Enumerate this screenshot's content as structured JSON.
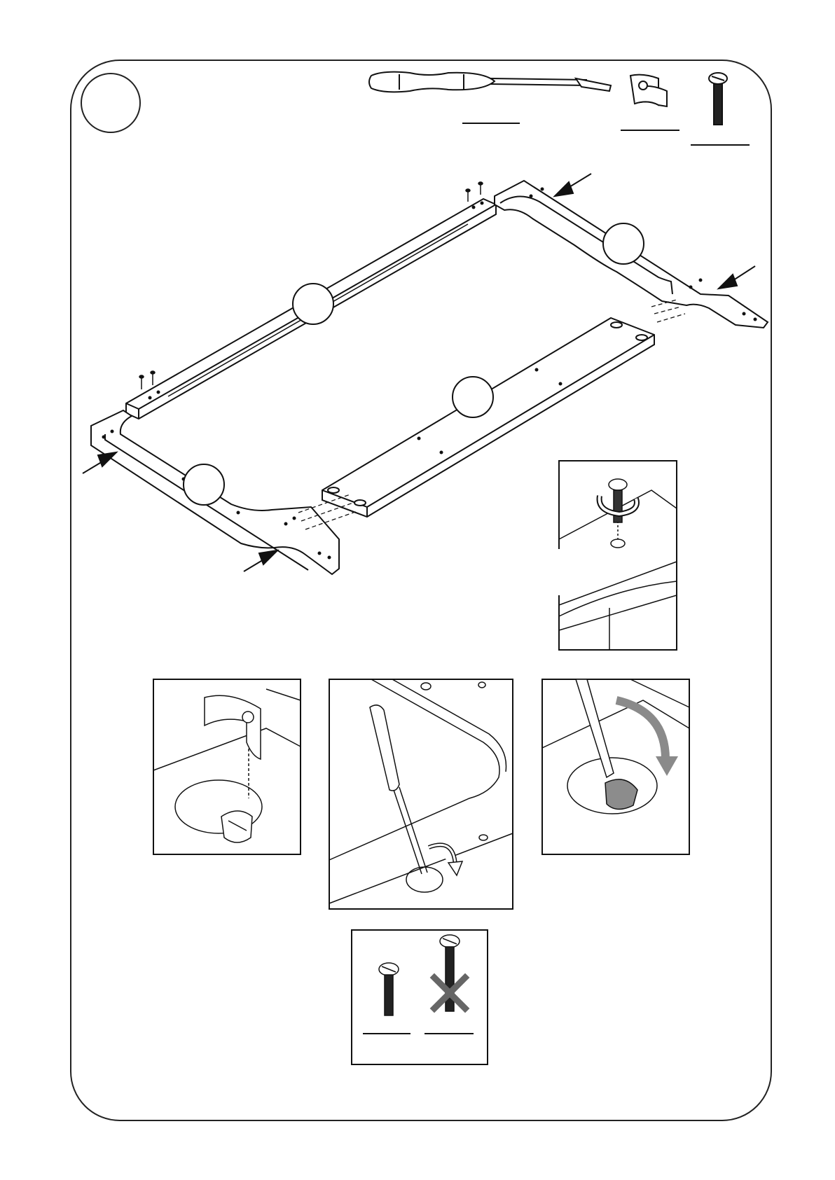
{
  "page": {
    "kind": "assembly-instruction-step",
    "step_number": "",
    "labels_printed": false
  },
  "parts": [
    {
      "name": "screwdriver-icon",
      "label": ""
    },
    {
      "name": "cam-clip-icon",
      "label": ""
    },
    {
      "name": "screw-icon",
      "label": ""
    }
  ],
  "callouts": [
    {
      "name": "callout-long-rail",
      "label": ""
    },
    {
      "name": "callout-end-bracket-right",
      "label": ""
    },
    {
      "name": "callout-center-panel",
      "label": ""
    },
    {
      "name": "callout-end-bracket-left",
      "label": ""
    }
  ],
  "detail_views": [
    {
      "name": "detail-screw-insert",
      "caption": ""
    },
    {
      "name": "detail-clip-insert",
      "caption": ""
    },
    {
      "name": "detail-screwdriver-turn",
      "caption": ""
    },
    {
      "name": "detail-cam-lock",
      "caption": ""
    }
  ],
  "screw_comparison": {
    "correct_label": "",
    "wrong_label": "",
    "wrong_mark": "x-mark-icon"
  },
  "colors": {
    "line": "#1a1a1a",
    "frame": "#222222",
    "arrow_fill": "#111111",
    "x_mark": "#666666",
    "rotation_arrow": "#8a8a8a"
  }
}
